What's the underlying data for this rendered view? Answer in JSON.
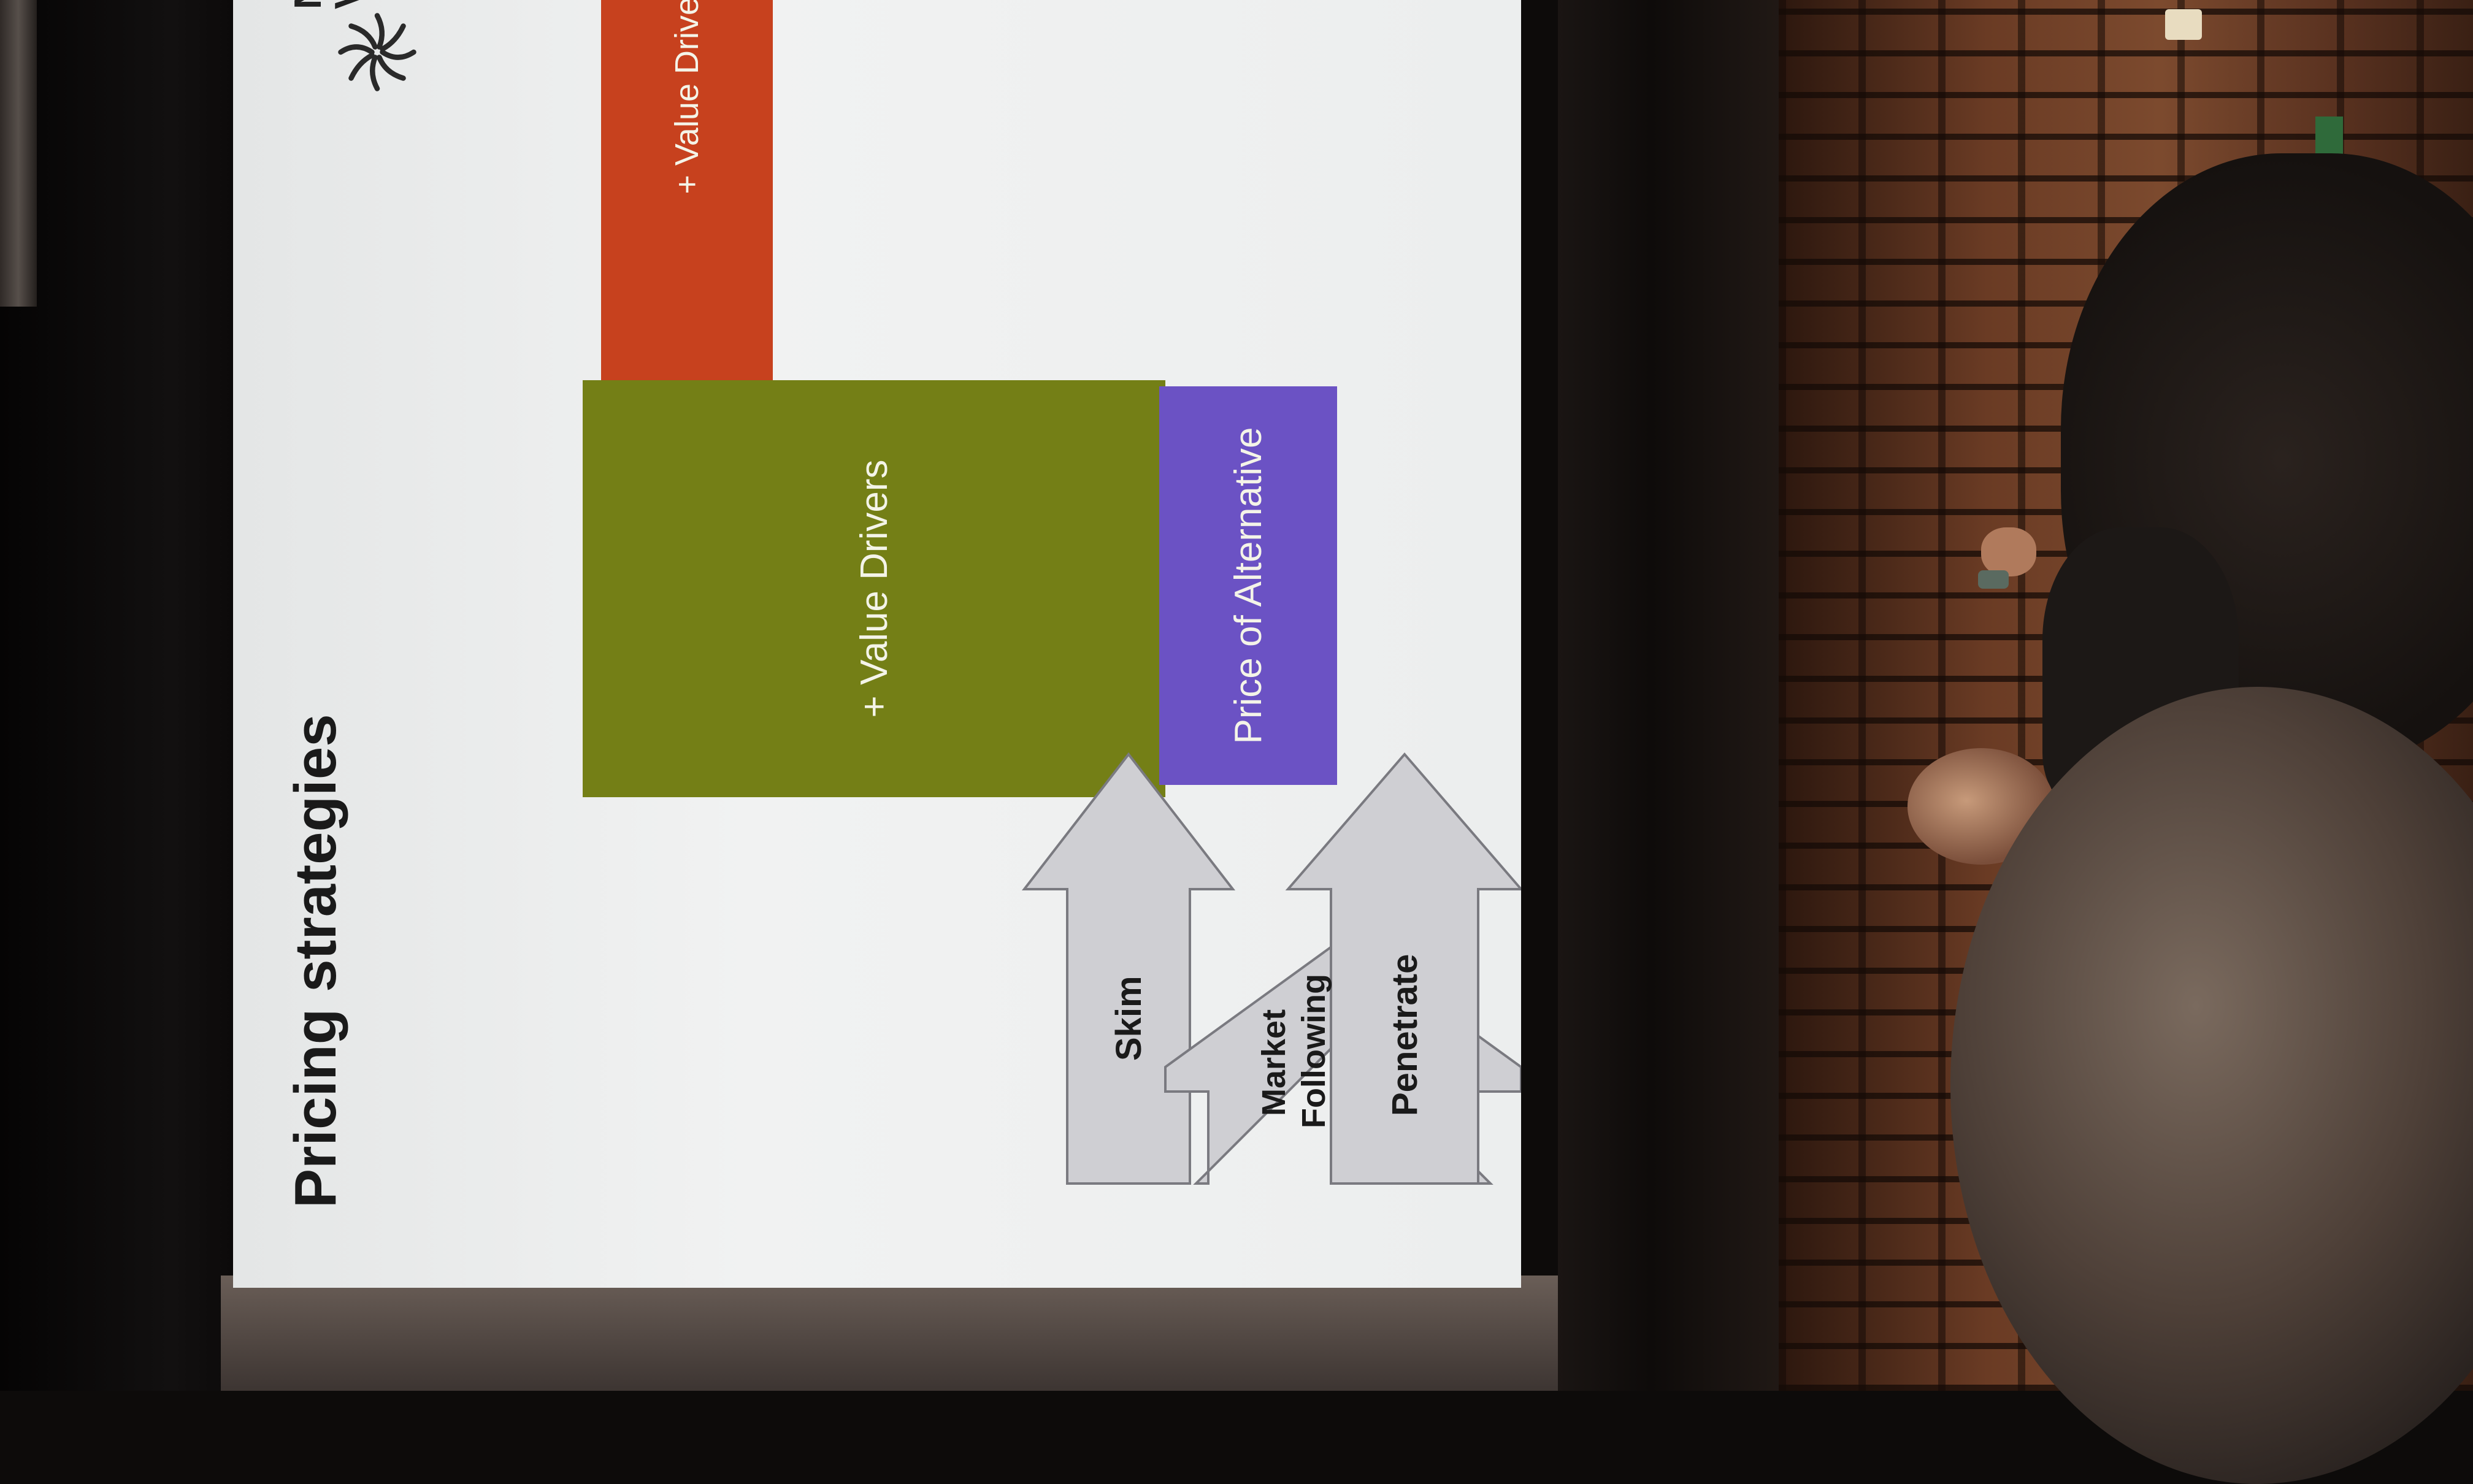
{
  "slide": {
    "title": "Pricing strategies",
    "logo_text_line1": "Ne",
    "logo_text_line2": "Ve",
    "bars": {
      "top_label": "+ Value Drivers",
      "middle_label": "+ Value Drivers",
      "base_label": "Price of Alternative"
    },
    "arrows": {
      "skim": "Skim",
      "market_following_line1": "Market",
      "market_following_line2": "Following",
      "penetrate": "Penetrate"
    }
  },
  "colors": {
    "top_bar": "#c7411e",
    "middle_bar": "#747f16",
    "base_bar": "#6b52c4",
    "arrow_fill": "#cfcfd3"
  }
}
